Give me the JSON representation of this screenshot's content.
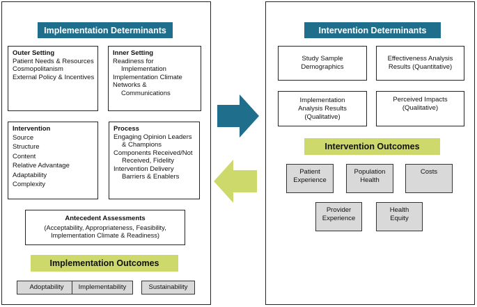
{
  "colors": {
    "teal": "#1f6e8c",
    "lime": "#cdd96a",
    "grey": "#d9d9d9",
    "arrow_right": "#1f6e8c",
    "arrow_left": "#cdd96a"
  },
  "left": {
    "header": "Implementation Determinants",
    "outer_setting": {
      "title": "Outer Setting",
      "lines": [
        "Patient Needs & Resources",
        "Cosmopolitanism",
        "External Policy & Incentives"
      ]
    },
    "inner_setting": {
      "title": "Inner Setting",
      "lines": [
        "Readiness for",
        "Implementation",
        "Implementation Climate",
        "Networks &",
        "Communications"
      ]
    },
    "intervention": {
      "title": "Intervention",
      "lines": [
        "Source",
        "Structure",
        "Content",
        "Relative Advantage",
        "Adaptability",
        "Complexity"
      ]
    },
    "process": {
      "title": "Process",
      "lines": [
        "Engaging Opinion Leaders",
        "& Champions",
        "Components Received/Not",
        "Received, Fidelity",
        "Intervention Delivery",
        "Barriers & Enablers"
      ]
    },
    "antecedent": {
      "title": "Antecedent Assessments",
      "lines": [
        "(Acceptability, Appropriateness, Feasibility,",
        "Implementation Climate & Readiness)"
      ]
    },
    "outcomes_header": "Implementation Outcomes",
    "outcomes": [
      "Adoptability",
      "Implementability",
      "Sustainability"
    ]
  },
  "right": {
    "header": "Intervention Determinants",
    "boxes": [
      [
        "Study Sample",
        "Demographics"
      ],
      [
        "Effectiveness Analysis",
        "Results (Quantitative)"
      ],
      [
        "Implementation",
        "Analysis Results",
        "(Qualitative)"
      ],
      [
        "Perceived Impacts",
        "(Qualitative)"
      ]
    ],
    "outcomes_header": "Intervention Outcomes",
    "outcomes": [
      [
        "Patient",
        "Experience"
      ],
      [
        "Population",
        "Health"
      ],
      [
        "Costs"
      ],
      [
        "Provider",
        "Experience"
      ],
      [
        "Health",
        "Equity"
      ]
    ]
  }
}
